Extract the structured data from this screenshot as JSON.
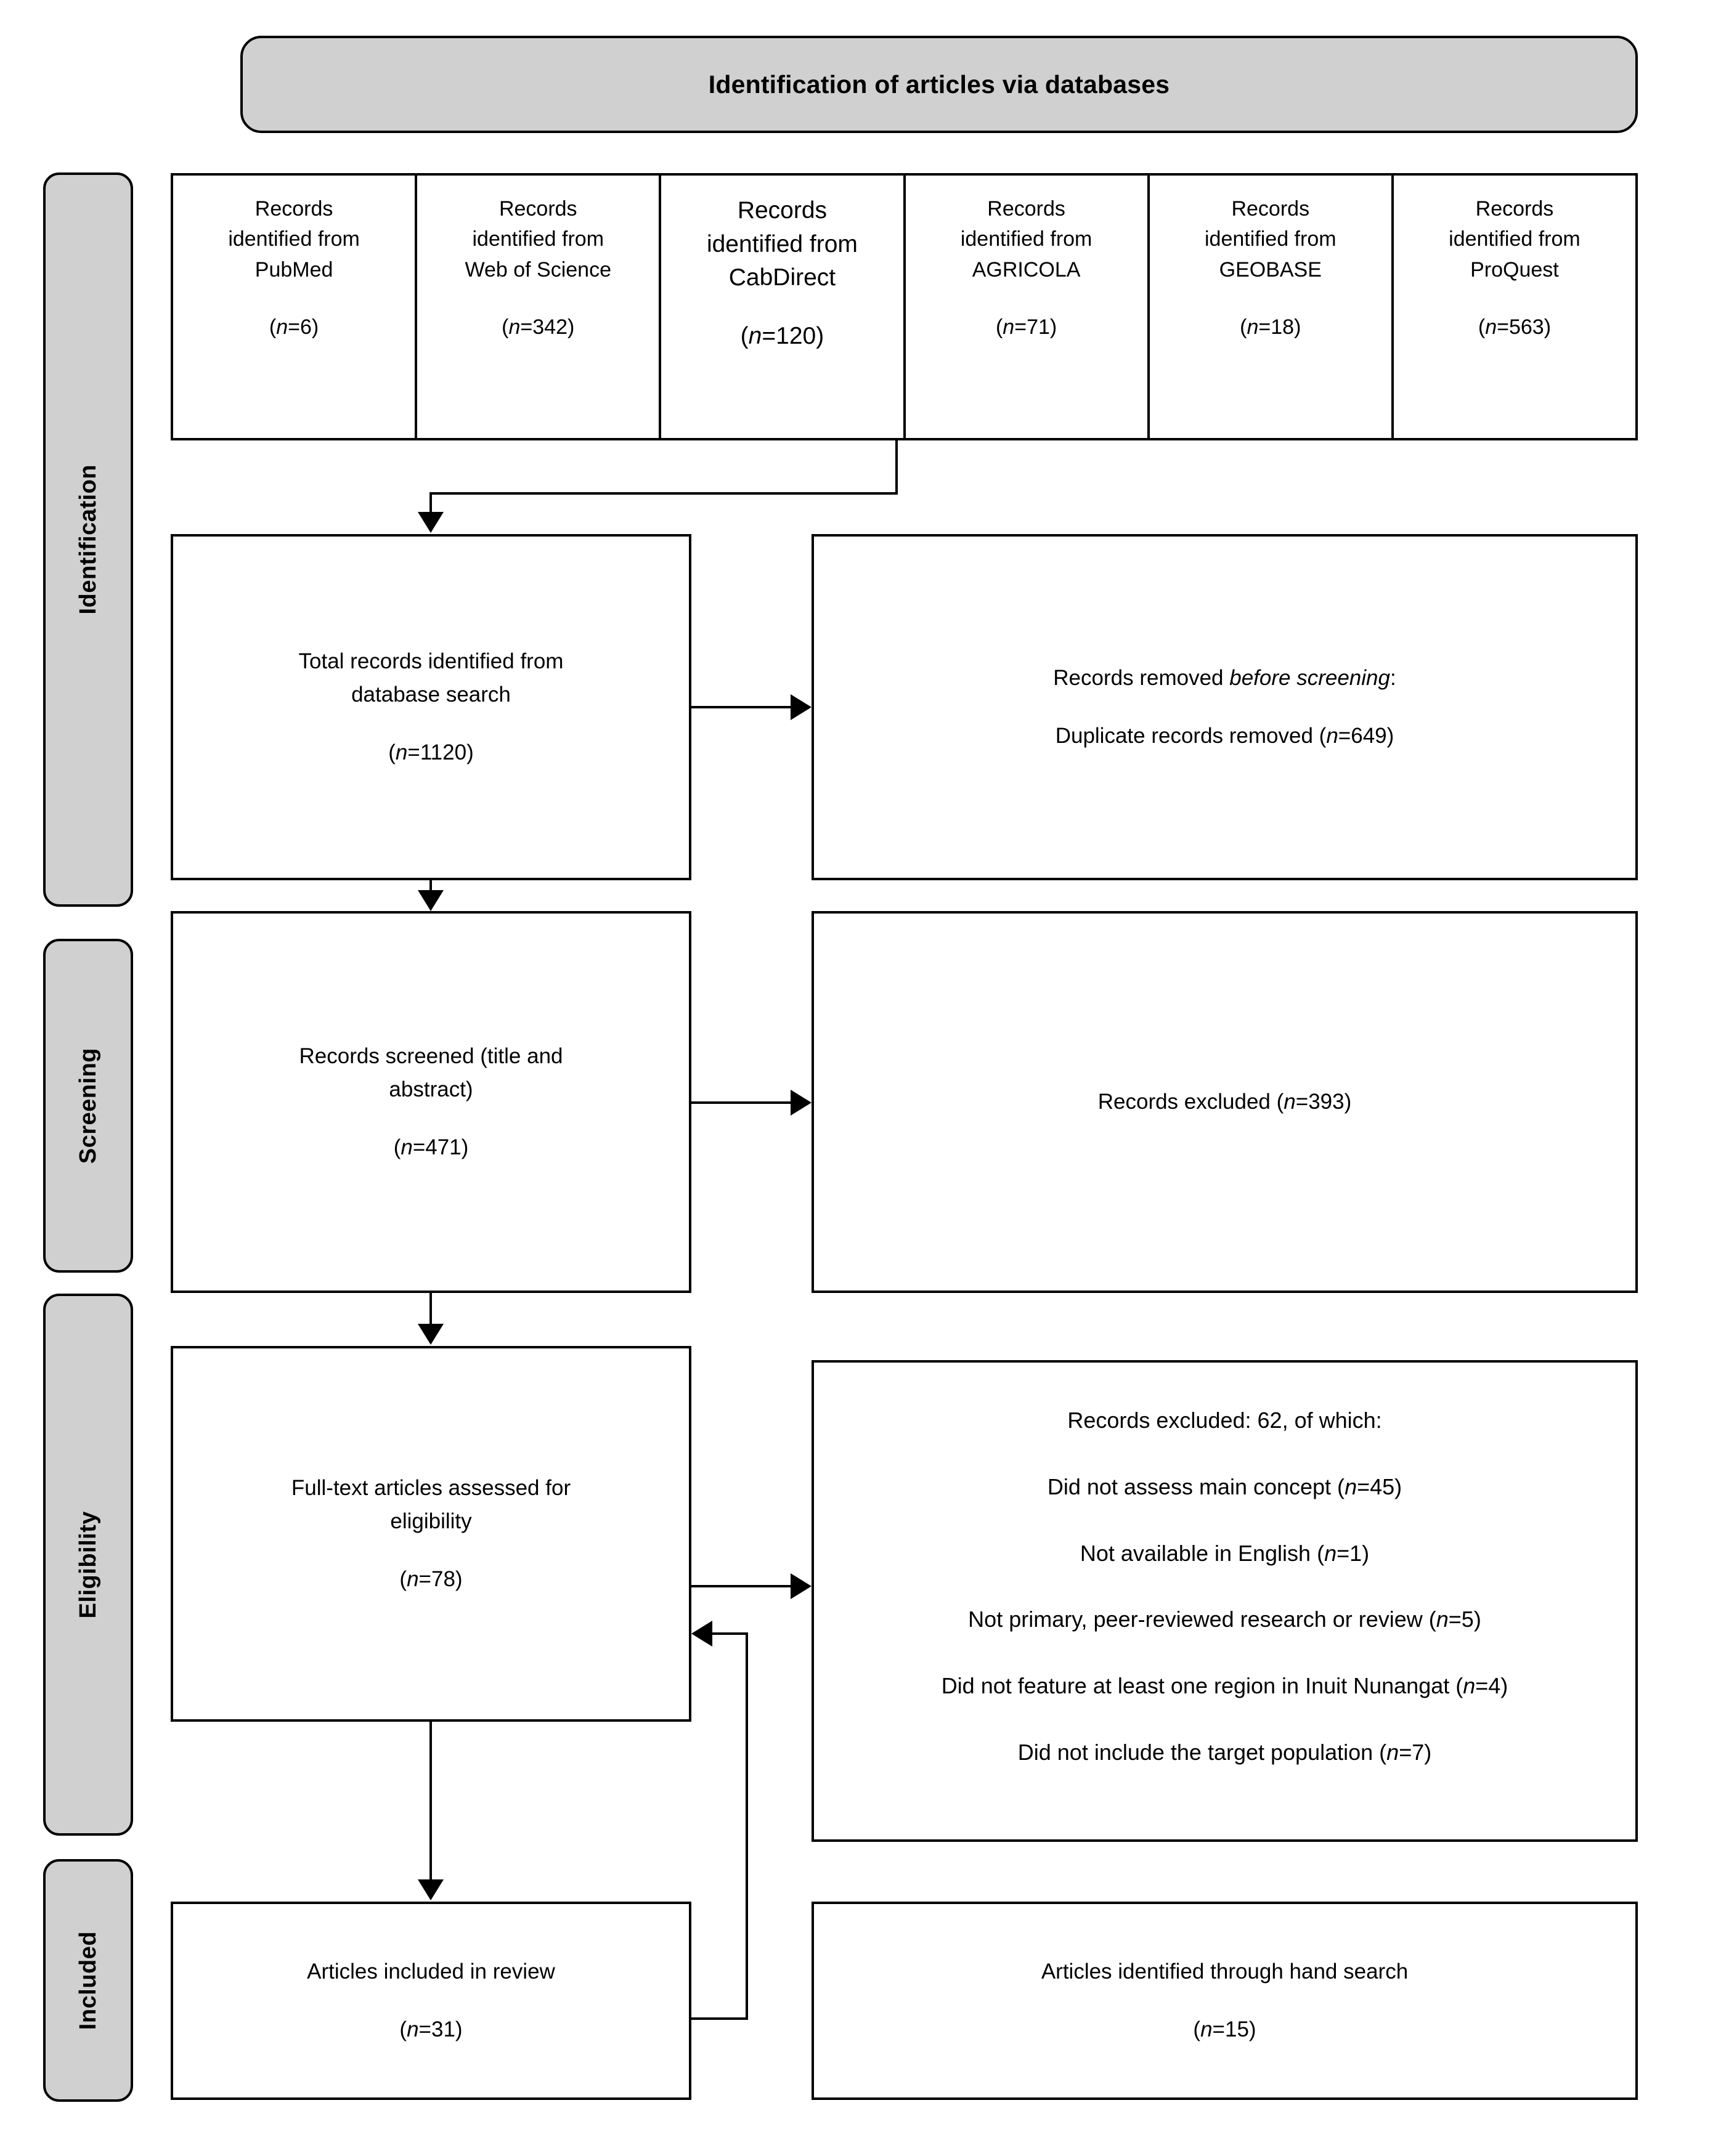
{
  "diagram": {
    "title": "Identification of articles via databases",
    "stages": [
      {
        "id": "identification",
        "label": "Identification"
      },
      {
        "id": "screening",
        "label": "Screening"
      },
      {
        "id": "eligibility",
        "label": "Eligibility"
      },
      {
        "id": "included",
        "label": "Included"
      }
    ],
    "databases": [
      {
        "source_line1": "Records",
        "source_line2": "identified from",
        "source_line3": "PubMed",
        "count": "(n=6)"
      },
      {
        "source_line1": "Records",
        "source_line2": "identified from",
        "source_line3": "Web of Science",
        "count": "(n=342)"
      },
      {
        "source_line1": "Records",
        "source_line2": "identified from",
        "source_line3": "CabDirect",
        "count": "(n=120)"
      },
      {
        "source_line1": "Records",
        "source_line2": "identified from",
        "source_line3": "AGRICOLA",
        "count": "(n=71)"
      },
      {
        "source_line1": "Records",
        "source_line2": "identified from",
        "source_line3": "GEOBASE",
        "count": "(n=18)"
      },
      {
        "source_line1": "Records",
        "source_line2": "identified from",
        "source_line3": "ProQuest",
        "count": "(n=563)"
      }
    ],
    "total_records": {
      "line1": "Total records identified from",
      "line2": "database search",
      "count": "(n=1120)"
    },
    "records_removed": {
      "heading_plain": "Records removed ",
      "heading_italic": "before screening",
      "heading_tail": ":",
      "detail_pre": "Duplicate records removed (",
      "detail_italic": "n",
      "detail_post": "=649)"
    },
    "records_screened": {
      "line1": "Records screened (title and",
      "line2": "abstract)",
      "count": "(n=471)"
    },
    "records_excluded_screening": {
      "text_pre": "Records excluded (",
      "text_italic": "n",
      "text_post": "=393)"
    },
    "full_text": {
      "line1": "Full-text articles assessed for",
      "line2": "eligibility",
      "count": "(n=78)"
    },
    "records_excluded_eligibility": {
      "heading": "Records excluded: 62, of which:",
      "reasons": [
        {
          "text_pre": "Did not assess main concept (",
          "italic": "n",
          "text_post": "=45)"
        },
        {
          "text_pre": "Not available in English (",
          "italic": "n",
          "text_post": "=1)"
        },
        {
          "text_pre": "Not primary, peer-reviewed research or review (",
          "italic": "n",
          "text_post": "=5)"
        },
        {
          "text_pre": "Did not feature at least one region in Inuit Nunangat (",
          "italic": "n",
          "text_post": "=4)"
        },
        {
          "text_pre": "Did not include the target population (",
          "italic": "n",
          "text_post": "=7)"
        }
      ]
    },
    "articles_included": {
      "line1": "Articles included in review",
      "count": "(n=31)"
    },
    "hand_search": {
      "line1": "Articles identified through hand search",
      "count": "(n=15)"
    },
    "colors": {
      "stage_fill": "#d0d0d0",
      "border": "#000000",
      "box_fill": "#ffffff"
    }
  }
}
